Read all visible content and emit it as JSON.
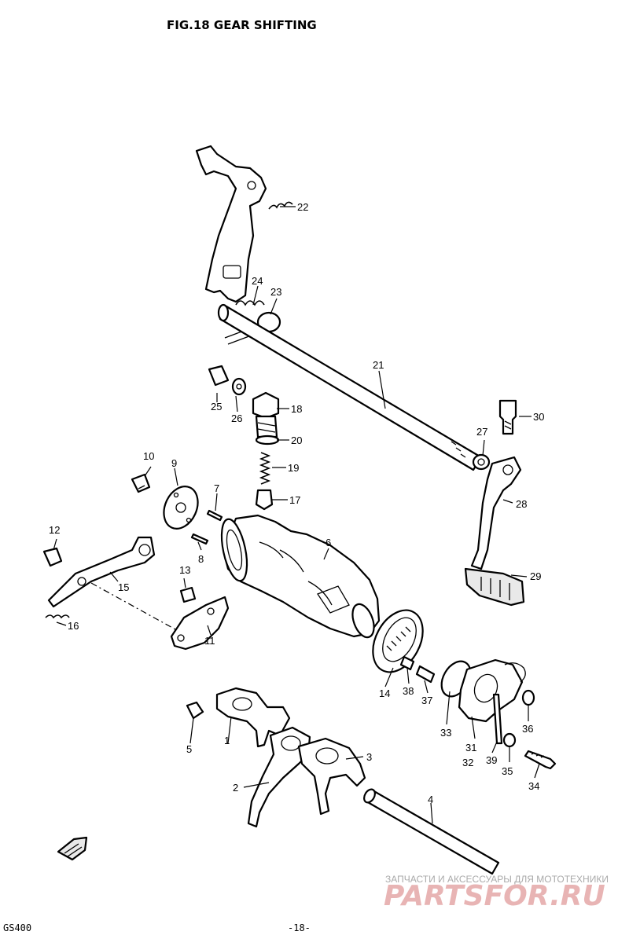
{
  "title": "FIG.18  GEAR SHIFTING",
  "footer": {
    "model": "GS400",
    "page": "-18-"
  },
  "watermark": {
    "tagline": "ЗАПЧАСТИ И АКСЕССУАРЫ ДЛЯ МОТОТЕХНИКИ",
    "brand": "PARTSFOR.RU"
  },
  "callouts": {
    "c1": "1",
    "c2": "2",
    "c3": "3",
    "c4": "4",
    "c5": "5",
    "c6": "6",
    "c7": "7",
    "c8": "8",
    "c9": "9",
    "c10": "10",
    "c11": "11",
    "c12": "12",
    "c13": "13",
    "c14": "14",
    "c15": "15",
    "c16": "16",
    "c17": "17",
    "c18": "18",
    "c19": "19",
    "c20": "20",
    "c21": "21",
    "c22": "22",
    "c23": "23",
    "c24": "24",
    "c25": "25",
    "c26": "26",
    "c27": "27",
    "c28": "28",
    "c29": "29",
    "c30": "30",
    "c31": "31",
    "c32": "32",
    "c33": "33",
    "c34": "34",
    "c35": "35",
    "c36": "36",
    "c37": "37",
    "c38": "38",
    "c39": "39"
  }
}
